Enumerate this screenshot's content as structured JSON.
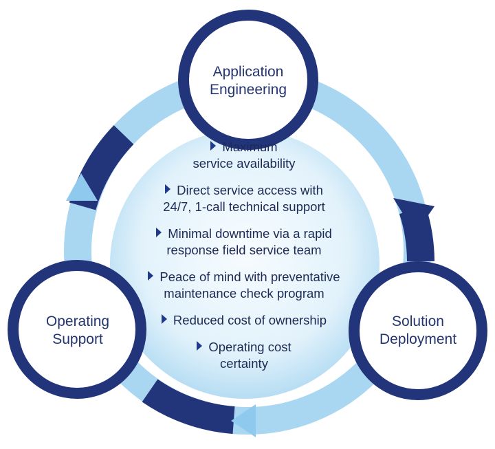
{
  "nodes": [
    {
      "id": "application-engineering",
      "label": "Application\nEngineering"
    },
    {
      "id": "solution-deployment",
      "label": "Solution\nDeployment"
    },
    {
      "id": "operating-support",
      "label": "Operating\nSupport"
    }
  ],
  "center_items": [
    "Maximum\nservice availability",
    "Direct service access with\n24/7, 1-call technical support",
    "Minimal downtime via a rapid\nresponse field service team",
    "Peace of mind with preventative\nmaintenance check program",
    "Reduced cost of ownership",
    "Operating cost\ncertainty"
  ],
  "colors": {
    "ring_dark": "#23357a",
    "ring_light": "#a9d7f2",
    "center_fill": "#d5ecf9",
    "text": "#24356f",
    "bullet": "#1f3a8a"
  }
}
